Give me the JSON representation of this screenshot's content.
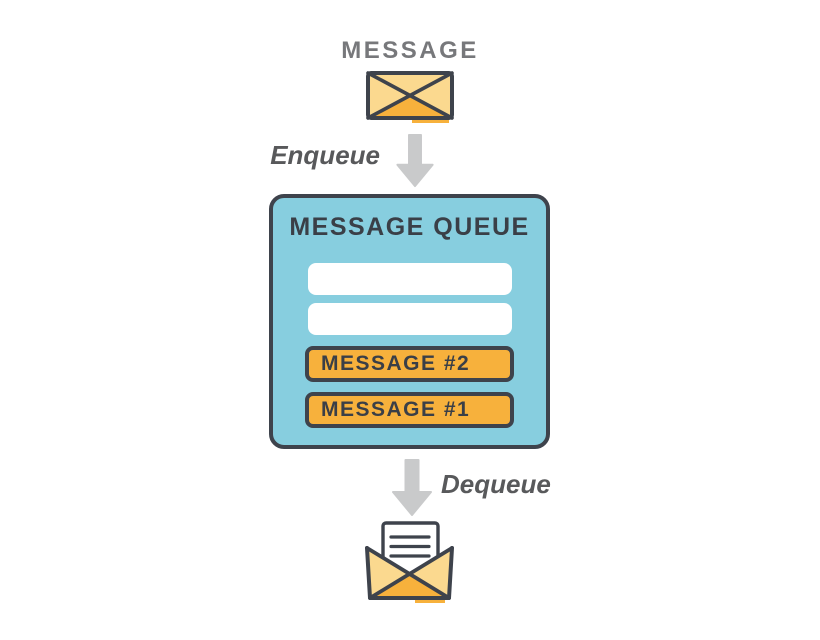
{
  "diagram": {
    "title": "MESSAGE",
    "enqueue_label": "Enqueue",
    "dequeue_label": "Dequeue",
    "queue": {
      "title": "MESSAGE QUEUE",
      "empty_slots": 2,
      "messages": [
        {
          "label": "MESSAGE #2"
        },
        {
          "label": "MESSAGE #1"
        }
      ]
    },
    "icons": {
      "top": "closed-envelope-icon",
      "bottom": "open-envelope-with-letter-icon",
      "flow": "arrow-down-icon"
    },
    "colors": {
      "queue_fill": "#87CEDF",
      "outline_dark": "#3E434C",
      "message_fill": "#F7B13C",
      "envelope_fill": "#FBD98F",
      "envelope_accent": "#F7B13C",
      "arrow_gray": "#C9CACB",
      "title_gray": "#77787B",
      "flow_label_gray": "#58595B",
      "slot_fill": "#FFFFFF"
    }
  }
}
